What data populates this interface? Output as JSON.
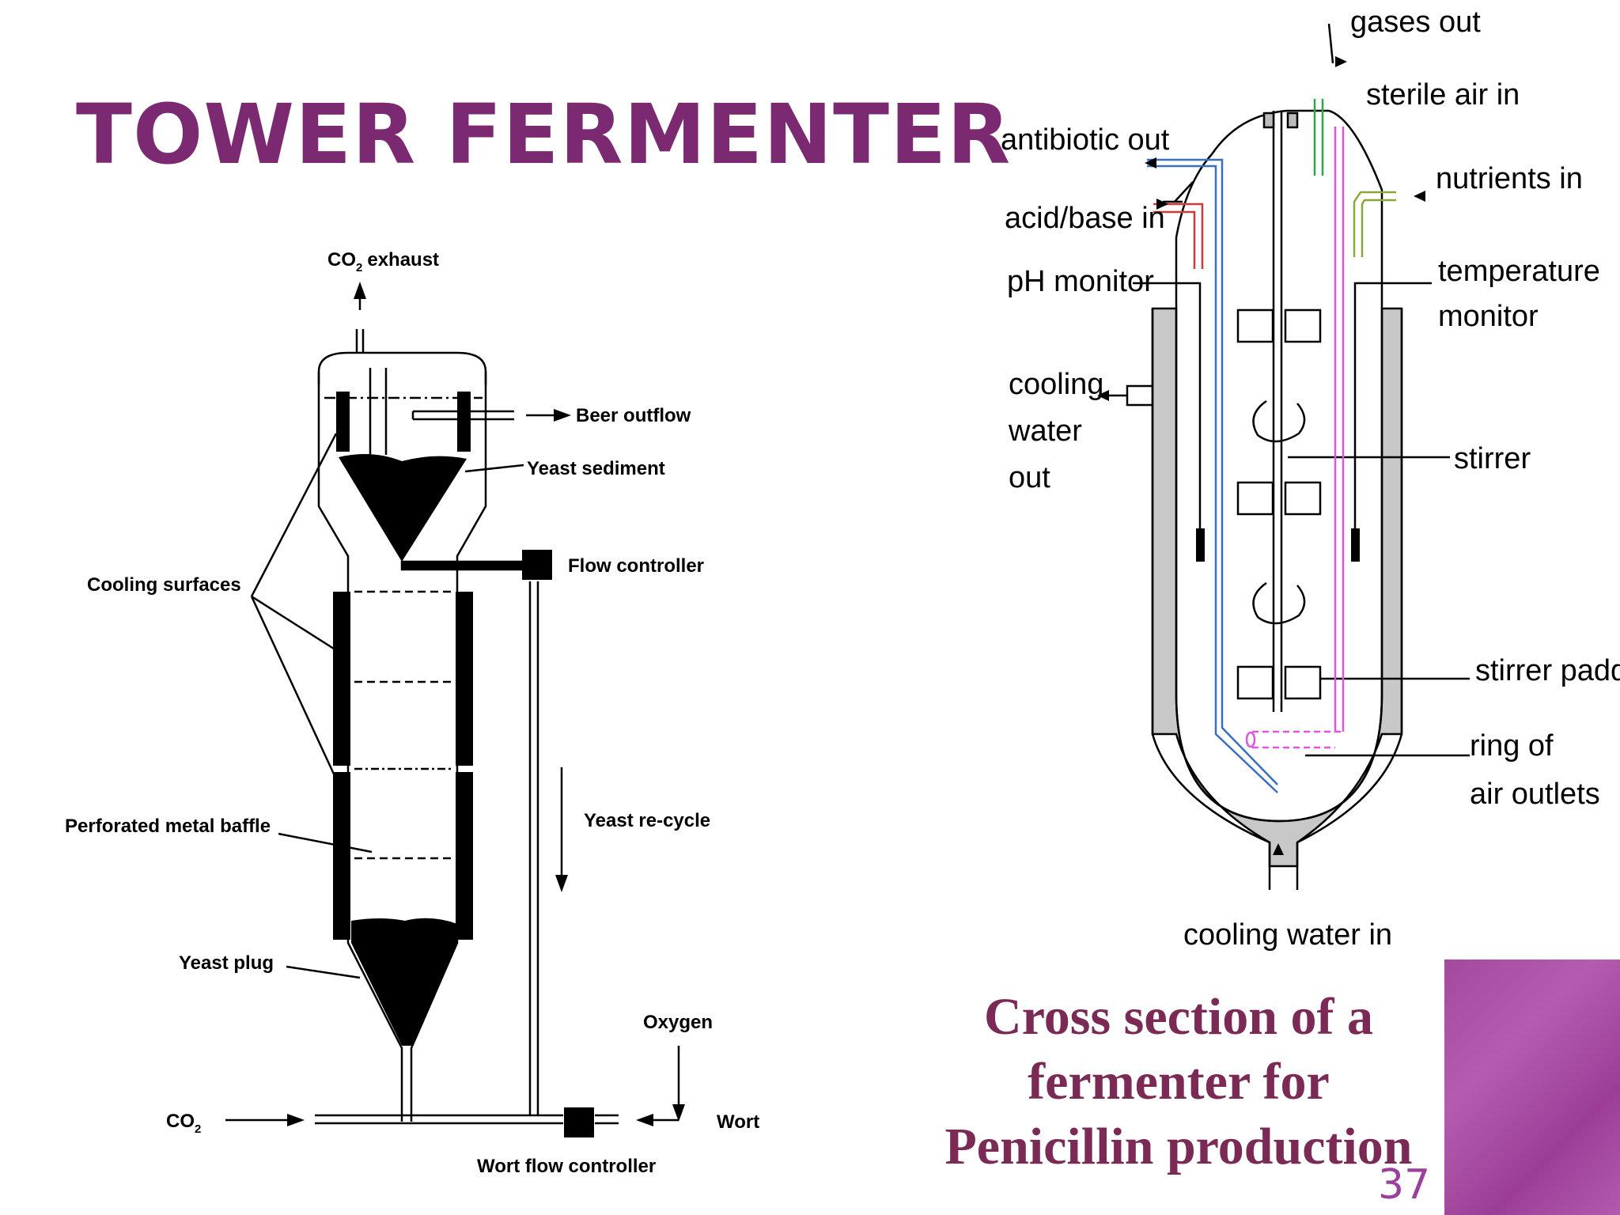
{
  "slide": {
    "title": "TOWER FERMENTER",
    "page_number": "37",
    "caption_lines": [
      "Cross section of a",
      "fermenter for",
      "Penicillin production"
    ]
  },
  "tower_diagram": {
    "labels": {
      "co2_exhaust_sub": "2",
      "co2_exhaust_text": "exhaust",
      "beer_outflow": "Beer outflow",
      "yeast_sediment": "Yeast sediment",
      "flow_controller": "Flow controller",
      "cooling_surfaces": "Cooling surfaces",
      "yeast_recycle": "Yeast re-cycle",
      "perforated_baffle": "Perforated metal baffle",
      "yeast_plug": "Yeast plug",
      "oxygen": "Oxygen",
      "co2_inlet_sub": "2",
      "wort": "Wort",
      "wort_flow_controller": "Wort flow controller"
    }
  },
  "penicillin_diagram": {
    "labels": {
      "gases_out": "gases out",
      "sterile_air_in": "sterile air in",
      "antibiotic_out": "antibiotic out",
      "nutrients_in": "nutrients in",
      "acid_base_in": "acid/base in",
      "ph_monitor": "pH monitor",
      "temperature_monitor_1": "temperature",
      "temperature_monitor_2": "monitor",
      "cooling_water_out_1": "cooling",
      "cooling_water_out_2": "water",
      "cooling_water_out_3": "out",
      "stirrer": "stirrer",
      "stirrer_paddle": "stirrer paddle",
      "ring_of_air_outlets_1": "ring of",
      "ring_of_air_outlets_2": "air outlets",
      "cooling_water_in": "cooling water in"
    },
    "line_colors": {
      "antibiotic_line": "#3a6fc0",
      "acid_base_line": "#d23a3a",
      "gases_out_line": "#2aa84a",
      "sterile_air_line": "#e055e0",
      "nutrients_line": "#8aa83a",
      "jacket_fill": "#c8c8c8"
    }
  }
}
